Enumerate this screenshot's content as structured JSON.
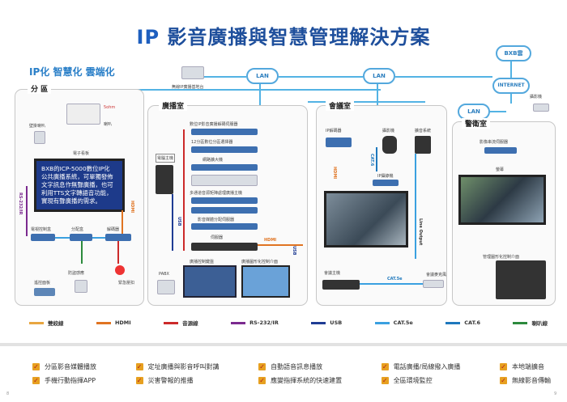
{
  "title": {
    "ip": "IP",
    "rest": " 影音廣播與智慧管理解決方案"
  },
  "slogan": "IP化 智慧化 雲端化",
  "clouds": {
    "lan1": "LAN",
    "lan2": "LAN",
    "lan3": "LAN",
    "internet": "INTERNET",
    "bxb": "BXB雲"
  },
  "zones": {
    "zone_a": "分 區",
    "broadcast": "廣播室",
    "meeting": "會議室",
    "guard": "警衛室"
  },
  "labels": {
    "wireless_ap": "無線IP廣播基地台",
    "speaker_50ohm": "5ohm",
    "horn": "喇叭",
    "mic_box": "壁掛喇叭",
    "e_board": "電子看板",
    "rs232": "RS-232/IR",
    "hdmi_v": "HDMI",
    "wall_ctrl": "電視控制盒",
    "splitter": "分配盒",
    "decoder": "解碼器",
    "fire_alarm": "防盜感應",
    "emergency": "緊急壓扣",
    "tablet": "遙控面板",
    "mixer_top": "數位IP影音廣播解碼伺服器",
    "amp12": "12分區數位分區選擇器",
    "net_amp": "網路擴大機",
    "multi_power": "多通道音源矩陣處理廣播主機",
    "media_enc": "影音媒體分配伺服器",
    "pc_station": "電腦主機",
    "usb_v": "USB",
    "usb_v2": "USB",
    "hdmi_h": "HDMI",
    "switcher": "伺服器",
    "ctrl_pad": "廣播控制鍵盤",
    "touch_panel": "廣播圖形化控制介面",
    "pabx": "PABX",
    "ip_decoder": "IP解碼器",
    "camera": "攝影機",
    "speech_sys": "擴音系統",
    "cat6_v": "CAT.6",
    "hdmi_m": "HDMI",
    "ip_ptz": "IP攝錄機",
    "line_output": "Line Output",
    "meeting_host": "會議主機",
    "cat5e_h": "CAT.5e",
    "meeting_mic": "會議麥克風",
    "cctv": "攝影機",
    "ip_player": "影像串流伺服器",
    "screen": "螢幕",
    "ctrl_panel": "管理圖形化控制介面"
  },
  "billboard": {
    "l1": "BXB的ICP-5000數位IP化",
    "l2": "公共廣播系統，可單獨發佈",
    "l3": "文字訊息作無聲廣播，也可",
    "l4": "利用TTS文字轉語音功能，",
    "l5": "實現有聲廣播的需求。"
  },
  "legend": [
    {
      "label": "雙絞線",
      "color": "#e8a640"
    },
    {
      "label": "HDMI",
      "color": "#e07422"
    },
    {
      "label": "音源線",
      "color": "#cc2a2a"
    },
    {
      "label": "RS-232/IR",
      "color": "#7b2a8f"
    },
    {
      "label": "USB",
      "color": "#1f3c94"
    },
    {
      "label": "CAT.5e",
      "color": "#3aa0e0"
    },
    {
      "label": "CAT.6",
      "color": "#1e78bd"
    },
    {
      "label": "喇叭線",
      "color": "#2c8a3d"
    }
  ],
  "features": [
    [
      "分區影音媒體播放",
      "手機行動指揮APP"
    ],
    [
      "定址廣播與影音呼叫對講",
      "災害警報的推播"
    ],
    [
      "自動語音訊息播放",
      "應變指揮系統的快速建置"
    ],
    [
      "電話廣播/局線撥入廣播",
      "全區環境監控"
    ],
    [
      "本地端擴音",
      "無線影音傳輸"
    ]
  ],
  "page_numbers": {
    "left": "8",
    "right": "9"
  }
}
